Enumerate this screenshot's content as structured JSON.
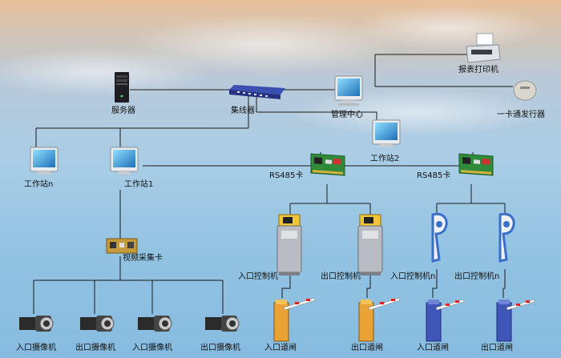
{
  "labels": {
    "server": "服务器",
    "hub": "集线器",
    "mgmt": "管理中心",
    "printer": "报表打印机",
    "card_issuer": "一卡通发行器",
    "ws_n": "工作站n",
    "ws_1": "工作站1",
    "ws_2": "工作站2",
    "rs485_a": "RS485卡",
    "rs485_b": "RS485卡",
    "video_card": "视频采集卡",
    "entry_ctrl": "入口控制机",
    "exit_ctrl": "出口控制机",
    "entry_ctrl_n": "入口控制机n",
    "exit_ctrl_n": "出口控制机n",
    "cam1": "入口摄像机",
    "cam2": "出口摄像机",
    "cam3": "入口摄像机",
    "cam4": "出口摄像机",
    "gate1": "入口道闸",
    "gate2": "出口道闸",
    "gate3": "入口道闸",
    "gate4": "出口道闸"
  },
  "icons": {
    "server": "server-tower-icon",
    "hub": "network-hub-icon",
    "monitor": "computer-monitor-icon",
    "printer": "printer-icon",
    "card_issuer": "card-reader-icon",
    "board": "circuit-board-icon",
    "kiosk": "parking-kiosk-icon",
    "parking_sign": "parking-p-sign-icon",
    "camera": "cctv-camera-icon",
    "barrier": "barrier-gate-icon"
  },
  "colors": {
    "line": "#1b1b1b",
    "hub": "#2f3f9a",
    "board": "#2f8a3a",
    "kiosk_yellow": "#f0c53a",
    "barrier_orange": "#e9a233",
    "sign_blue": "#3a6fc9"
  }
}
